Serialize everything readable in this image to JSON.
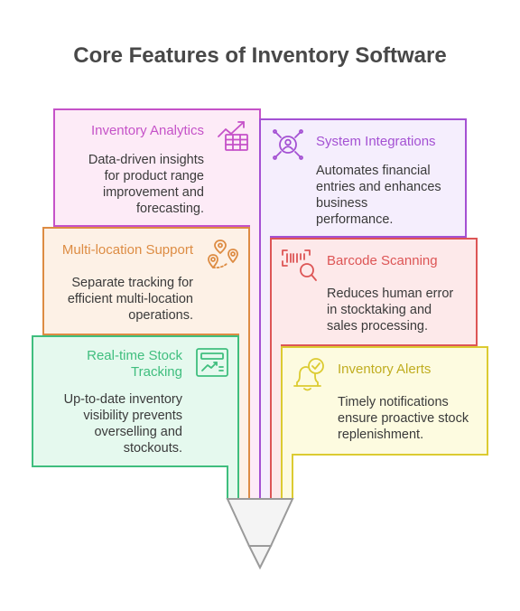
{
  "title": "Core Features of Inventory Software",
  "features": {
    "inventory_analytics": {
      "label": "Inventory Analytics",
      "desc": [
        "Data-driven insights",
        "for product range",
        "improvement and",
        "forecasting."
      ],
      "color": "#c552c8",
      "fill": "#fdebf7",
      "icon": "chart-table-icon"
    },
    "system_integrations": {
      "label": "System Integrations",
      "desc": [
        "Automates financial",
        "entries and enhances",
        "business",
        "performance."
      ],
      "color": "#a451d3",
      "fill": "#f5eefd",
      "icon": "user-network-icon"
    },
    "multi_location": {
      "label": "Multi-location Support",
      "desc": [
        "Separate tracking for",
        "efficient multi-location",
        "operations."
      ],
      "color": "#dd8c43",
      "fill": "#fdf1e6",
      "icon": "map-pins-icon"
    },
    "barcode": {
      "label": "Barcode Scanning",
      "desc": [
        "Reduces human error",
        "in stocktaking and",
        "sales processing."
      ],
      "color": "#dd5555",
      "fill": "#fde9ea",
      "icon": "barcode-search-icon"
    },
    "realtime": {
      "label": [
        "Real-time Stock",
        "Tracking"
      ],
      "desc": [
        "Up-to-date inventory",
        "visibility prevents",
        "overselling and",
        "stockouts."
      ],
      "color": "#3fbe7e",
      "fill": "#e5f9ee",
      "icon": "monitor-chart-icon"
    },
    "alerts": {
      "label": "Inventory Alerts",
      "desc": [
        "Timely notifications",
        "ensure proactive stock",
        "replenishment."
      ],
      "color": "#dccb31",
      "fill": "#fdfbe0",
      "icon": "bell-check-icon"
    }
  },
  "funnel": {
    "stroke": "#9a9a9a",
    "fill": "#f4f4f4"
  }
}
